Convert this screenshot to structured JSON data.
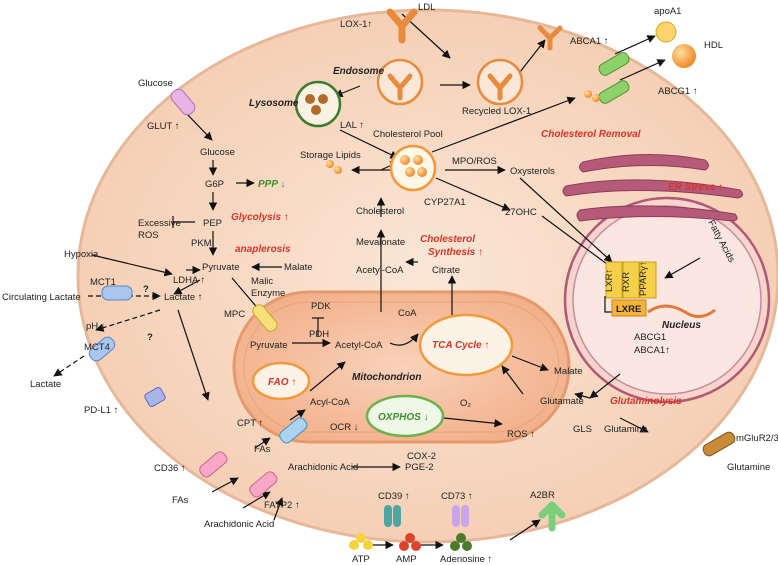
{
  "labels": {
    "ldl": "LDL",
    "lox1": "LOX-1↑",
    "endosome": "Endosome",
    "lysosome": "Lysosome",
    "recycled_lox1": "Recycled LOX-1",
    "abca1_top": "ABCA1 ↑",
    "apoa1": "apoA1",
    "hdl": "HDL",
    "abcg1_top": "ABCG1 ↑",
    "lal": "LAL ↑",
    "cholesterol_pool": "Cholesterol Pool",
    "cholesterol_removal": "Cholesterol Removal",
    "storage_lipids": "Storage Lipids",
    "mpo_ros": "MPO/ROS",
    "oxysterols": "Oxysterols",
    "er_stress": "ER Stress ↑",
    "cyp27a1": "CYP27A1",
    "ohc27": "27OHC",
    "cholesterol": "Cholesterol",
    "fatty_acids": "Fatty Acids",
    "mevalonate": "Mevalonate",
    "cholesterol_synthesis_1": "Cholesterol",
    "cholesterol_synthesis_2": "Synthesis ↑",
    "acetyl_coa_top": "Acetyl-CoA",
    "citrate": "Citrate",
    "lxr": "LXR↑",
    "rxr": "RXR",
    "ppar": "PPARγ↑",
    "lxre": "LXRE",
    "nucleus": "Nucleus",
    "abcg1_nuc": "ABCG1",
    "abca1_nuc": "ABCA1↑",
    "glucose_out": "Glucose",
    "glut": "GLUT ↑",
    "glucose_in": "Glucose",
    "g6p": "G6P",
    "ppp": "PPP ↓",
    "pep": "PEP",
    "glycolysis": "Glycolysis ↑",
    "excessive_ros_1": "Excessive",
    "excessive_ros_2": "ROS",
    "pkm": "PKM",
    "anaplerosis": "anaplerosis",
    "hypoxia": "Hypoxia",
    "pyruvate_top": "Pyruvate",
    "malate_top": "Malate",
    "malic_enzyme_1": "Malic",
    "malic_enzyme_2": "Enzyme",
    "ldha": "LDHA ↑",
    "mct1": "MCT1",
    "circulating_lactate": "Circulating Lactate",
    "lactate_in": "Lactate ↑",
    "q1": "?",
    "q2": "?",
    "ph": "pH ↓",
    "mpc": "MPC",
    "pdk": "PDK",
    "pdh": "PDH",
    "coa": "CoA",
    "tca": "TCA Cycle ↑",
    "pyruvate_mito": "Pyruvate",
    "acetyl_coa_mito": "Acetyl-CoA",
    "malate_out": "Malate",
    "mct4": "MCT4",
    "lactate_out": "Lactate",
    "fao": "FAO ↑",
    "mitochondrion": "Mitochondrion",
    "acyl_coa": "Acyl-CoA",
    "oxphos": "OXPHOS ↓",
    "o2": "O₂",
    "glutamate": "Glutamate",
    "glutaminolysis": "Glutaminolysis",
    "pdl1": "PD-L1 ↑",
    "cpt": "CPT ↑",
    "ocr": "OCR ↓",
    "ros_out": "ROS ↑",
    "gls": "GLS",
    "glutamine_in": "Glutamine",
    "mglur": "mGluR2/3",
    "fas_in": "FAs",
    "glutamine_out": "Glutamine",
    "cd36": "CD36 ↑",
    "arachidonic_in": "Arachidonic Acid",
    "cox2": "COX-2",
    "pge2": "PGE-2",
    "fas_out": "FAs",
    "fatp2": "FATP2 ↑",
    "arachidonic_out": "Arachidonic Acid",
    "cd39": "CD39 ↑",
    "cd73": "CD73 ↑",
    "a2br": "A2BR",
    "atp": "ATP",
    "amp": "AMP",
    "adenosine": "Adenosine ↑"
  },
  "colors": {
    "cell_fill": "#f9dcc6",
    "cell_stroke": "#e2b79c",
    "mito_fill": "#f6bfa0",
    "orange": "#f29a3a",
    "red_label": "#d8352a",
    "green_label": "#3f8f2e",
    "nucleus_stroke": "#b05a78"
  }
}
